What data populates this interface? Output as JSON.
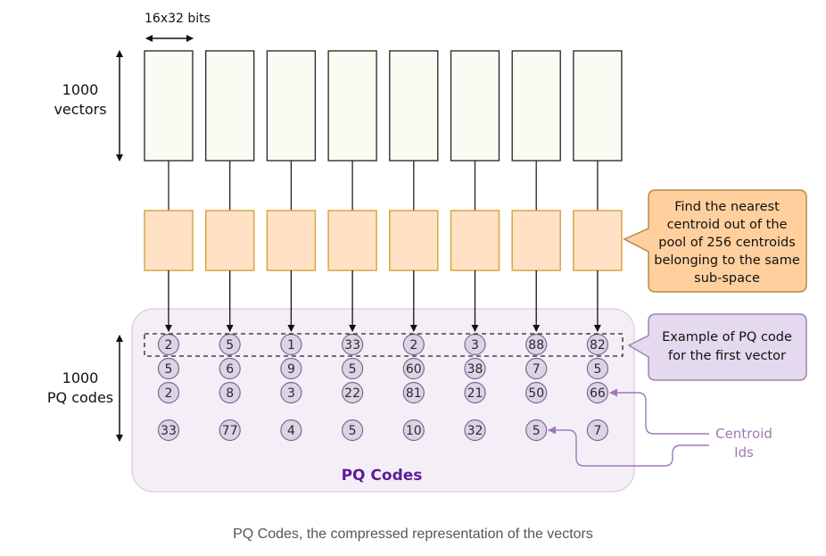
{
  "width_label": "16x32 bits",
  "vectors_label": [
    "1000",
    "vectors"
  ],
  "codes_side_label": [
    "1000",
    "PQ codes"
  ],
  "callout_nearest": [
    "Find the nearest",
    "centroid out of the",
    "pool of 256 centroids",
    "belonging to the same",
    "sub-space"
  ],
  "callout_example": [
    "Example of PQ code",
    "for the first vector"
  ],
  "centroid_ids_label": [
    "Centroid",
    "Ids"
  ],
  "pq_codes_title": "PQ Codes",
  "caption": "PQ Codes, the compressed representation of the vectors",
  "codes": [
    [
      "2",
      "5",
      "2",
      "33"
    ],
    [
      "5",
      "6",
      "8",
      "77"
    ],
    [
      "1",
      "9",
      "3",
      "4"
    ],
    [
      "33",
      "5",
      "22",
      "5"
    ],
    [
      "2",
      "60",
      "81",
      "10"
    ],
    [
      "3",
      "38",
      "21",
      "32"
    ],
    [
      "88",
      "7",
      "50",
      "5"
    ],
    [
      "82",
      "5",
      "66",
      "7"
    ]
  ],
  "colors": {
    "vector_fill": "#fbfbf3",
    "subspace_fill": "#ffe2c5",
    "subspace_stroke": "#d9a640",
    "callout_orange_fill": "#ffd09e",
    "callout_orange_stroke": "#b7874a",
    "callout_purple_fill": "#e4d9ee",
    "callout_purple_stroke": "#9b87b5",
    "panel_fill": "#f4eff6",
    "code_fill": "#dcd4e6",
    "code_stroke": "#7a6891",
    "title_color": "#5b1d9a",
    "centroid_label_color": "#9e79b8"
  }
}
